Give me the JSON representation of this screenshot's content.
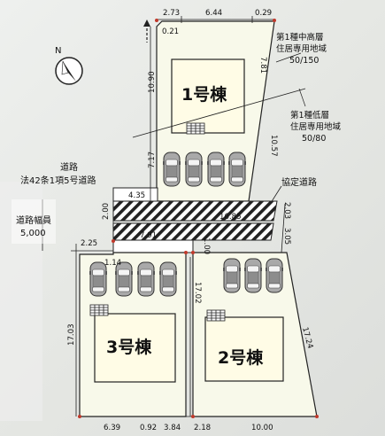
{
  "colors": {
    "lot": "#f7f8ea",
    "border": "#222222",
    "road_white": "#ffffff",
    "bldg_fill": "#fffce8",
    "car": "#9a9a9a"
  },
  "icons": [
    "north-arrow-icon",
    "car-icon",
    "stairs-icon",
    "arrow-up-icon"
  ],
  "north_label": "N",
  "buildings": {
    "b1": "1号棟",
    "b2": "2号棟",
    "b3": "3号棟"
  },
  "road": {
    "title": "道路",
    "law": "法42条1項5号道路",
    "width_label": "道路幅員",
    "width_value": "5,000"
  },
  "private_road_label": "協定道路",
  "zones": {
    "upper_l1": "第1種中高層",
    "upper_l2": "住居専用地域",
    "upper_l3": "50/150",
    "lower_l1": "第1種低層",
    "lower_l2": "住居専用地域",
    "lower_l3": "50/80"
  },
  "dims": {
    "top_1": "2.73",
    "top_2": "6.44",
    "top_3": "0.29",
    "offset_021": "0.21",
    "left_1090": "10.90",
    "right_781": "7.81",
    "right_1057": "10.57",
    "left_717": "7.17",
    "mid_435": "4.35",
    "mid_200": "2.00",
    "mid_1685": "16.85",
    "mid_203": "2.03",
    "mid_791": "7.91",
    "mid_100": "1.00",
    "mid_305": "3.05",
    "mid_225": "2.25",
    "mid_114": "1.14",
    "mid_1702": "17.02",
    "left_1703": "17.03",
    "right_1724": "17.24",
    "bot_639": "6.39",
    "bot_092": "0.92",
    "bot_384": "3.84",
    "bot_218": "2.18",
    "bot_1000": "10.00"
  }
}
